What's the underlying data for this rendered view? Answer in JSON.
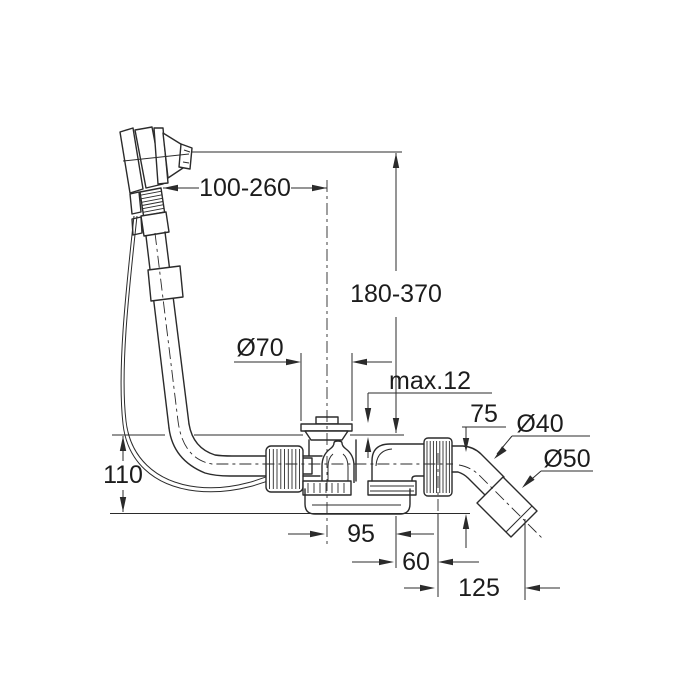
{
  "dimensions": {
    "knob_to_drain": "100-260",
    "overflow_height": "180-370",
    "drain_diameter": "Ø70",
    "max_rim_thickness": "max.12",
    "outlet_drop": "75",
    "outlet_pipe_diameter": "Ø40",
    "outlet_socket_diameter": "Ø50",
    "trap_depth": "110",
    "drain_to_elbow": "95",
    "elbow_to_outlet": "60",
    "outlet_offset": "125"
  },
  "colors": {
    "line": "#2b2b2b",
    "text": "#1c1c1c",
    "background": "#ffffff"
  }
}
